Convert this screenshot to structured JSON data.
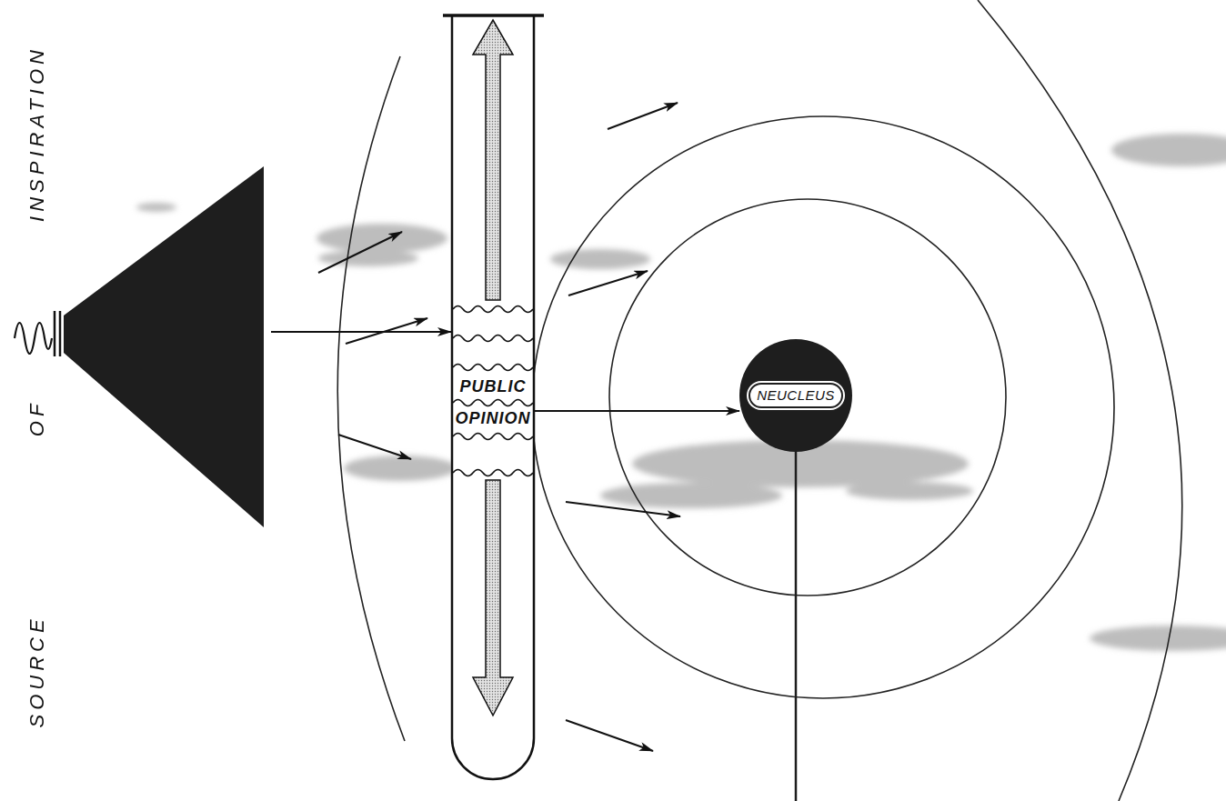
{
  "diagram": {
    "nodes": [
      {
        "text": [
          "SOURCE OF INSPIRATION"
        ]
      },
      {
        "text": [
          "PUBLIC OPINION"
        ]
      },
      {
        "text": [
          "NEUCLEUS"
        ]
      }
    ],
    "edges": [
      {
        "from": 0,
        "to": 1,
        "arrow": "to"
      },
      {
        "from": 1,
        "to": 2,
        "arrow": "to"
      }
    ]
  }
}
